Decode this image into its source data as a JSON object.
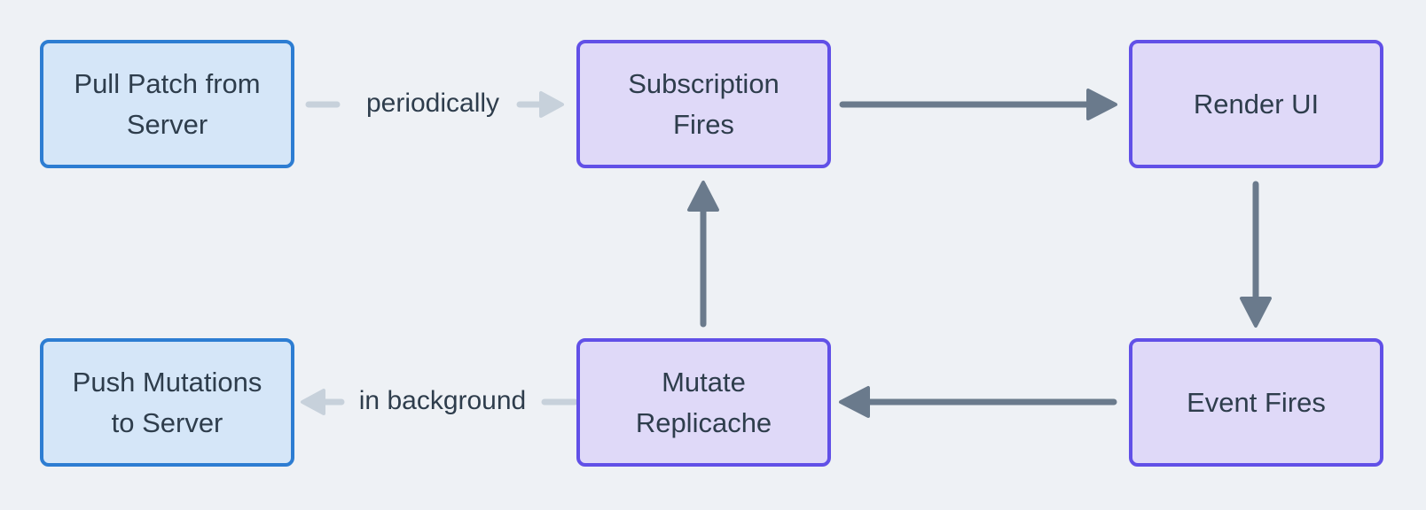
{
  "colors": {
    "background": "#eef1f5",
    "text": "#2e3d4c",
    "server_node_fill": "#d5e6f8",
    "server_node_border": "#2d7dd2",
    "client_node_fill": "#dfd9f8",
    "client_node_border": "#6150e7",
    "strong_arrow": "#6a7a8c",
    "weak_arrow": "#c7d1db"
  },
  "diagram": {
    "type": "flowchart",
    "nodes": [
      {
        "id": "pull-patch-from-server",
        "kind": "server",
        "lines": [
          "Pull Patch from",
          "Server"
        ],
        "label": "Pull Patch from Server"
      },
      {
        "id": "subscription-fires",
        "kind": "client",
        "lines": [
          "Subscription",
          "Fires"
        ],
        "label": "Subscription Fires"
      },
      {
        "id": "render-ui",
        "kind": "client",
        "lines": [
          "Render UI",
          ""
        ],
        "label": "Render UI"
      },
      {
        "id": "push-mutations-to-server",
        "kind": "server",
        "lines": [
          "Push Mutations",
          "to Server"
        ],
        "label": "Push Mutations to Server"
      },
      {
        "id": "mutate-replicache",
        "kind": "client",
        "lines": [
          "Mutate",
          "Replicache"
        ],
        "label": "Mutate Replicache"
      },
      {
        "id": "event-fires",
        "kind": "client",
        "lines": [
          "Event Fires",
          ""
        ],
        "label": "Event Fires"
      }
    ],
    "edges": [
      {
        "from": "pull-patch-from-server",
        "to": "subscription-fires",
        "label": "periodically",
        "style": "weak",
        "direction": "right"
      },
      {
        "from": "subscription-fires",
        "to": "render-ui",
        "label": "",
        "style": "strong",
        "direction": "right"
      },
      {
        "from": "render-ui",
        "to": "event-fires",
        "label": "",
        "style": "strong",
        "direction": "down"
      },
      {
        "from": "event-fires",
        "to": "mutate-replicache",
        "label": "",
        "style": "strong",
        "direction": "left"
      },
      {
        "from": "mutate-replicache",
        "to": "subscription-fires",
        "label": "",
        "style": "strong",
        "direction": "up"
      },
      {
        "from": "mutate-replicache",
        "to": "push-mutations-to-server",
        "label": "in background",
        "style": "weak",
        "direction": "left"
      }
    ]
  }
}
